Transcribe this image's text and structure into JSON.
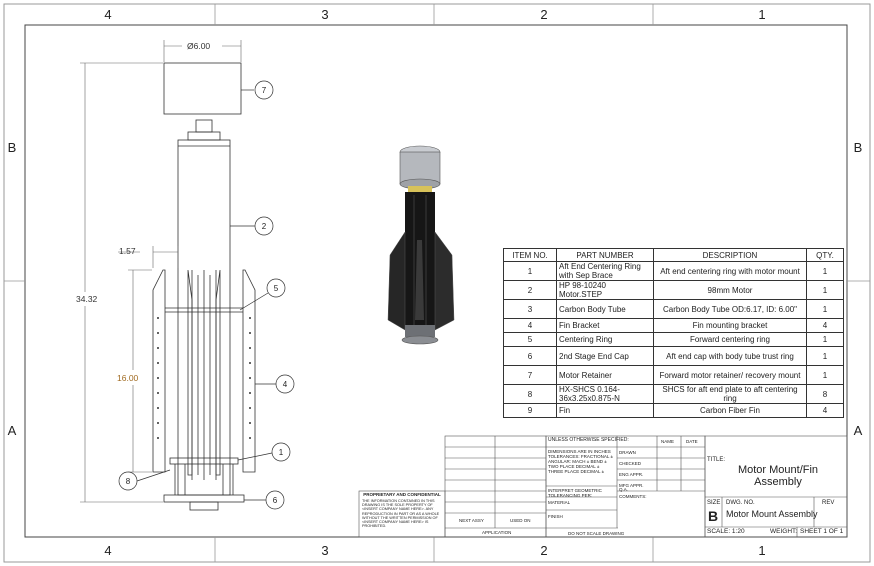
{
  "border": {
    "cols_top": [
      "4",
      "3",
      "2",
      "1"
    ],
    "cols_bottom": [
      "4",
      "3",
      "2",
      "1"
    ],
    "rows_left": [
      "B",
      "A"
    ],
    "rows_right": [
      "B",
      "A"
    ]
  },
  "dimensions": {
    "diameter": "Ø6.00",
    "overall_length": "34.32",
    "offset": "1.57",
    "fin_length": "16.00"
  },
  "balloons": [
    "7",
    "2",
    "5",
    "4",
    "1",
    "8",
    "6"
  ],
  "bom": {
    "headers": [
      "ITEM NO.",
      "PART NUMBER",
      "DESCRIPTION",
      "QTY."
    ],
    "rows": [
      {
        "item": "1",
        "part": "Aft End Centering Ring with Sep Brace",
        "desc": "Aft end centering ring with motor mount",
        "qty": "1"
      },
      {
        "item": "2",
        "part": "HP 98-10240 Motor.STEP",
        "desc": "98mm Motor",
        "qty": "1"
      },
      {
        "item": "3",
        "part": "Carbon Body Tube",
        "desc": "Carbon Body Tube OD:6.17, ID: 6.00\"",
        "qty": "1"
      },
      {
        "item": "4",
        "part": "Fin Bracket",
        "desc": "Fin mounting bracket",
        "qty": "4"
      },
      {
        "item": "5",
        "part": "Centering Ring",
        "desc": "Forward centering ring",
        "qty": "1"
      },
      {
        "item": "6",
        "part": "2nd Stage End Cap",
        "desc": "Aft end cap with body tube trust ring",
        "qty": "1"
      },
      {
        "item": "7",
        "part": "Motor Retainer",
        "desc": "Forward motor retainer/ recovery mount",
        "qty": "1"
      },
      {
        "item": "8",
        "part": "HX-SHCS 0.164-36x3.25x0.875-N",
        "desc": "SHCS for aft end plate to aft centering ring",
        "qty": "8"
      },
      {
        "item": "9",
        "part": "Fin",
        "desc": "Carbon Fiber Fin",
        "qty": "4"
      }
    ]
  },
  "title_block": {
    "unless_specified": "UNLESS OTHERWISE SPECIFIED:",
    "dims_note": "DIMENSIONS ARE IN INCHES TOLERANCES: FRACTIONAL ± ANGULAR: MACH ± BEND ± TWO PLACE DECIMAL ± THREE PLACE DECIMAL ±",
    "interpret": "INTERPRET GEOMETRIC TOLERANCING PER:",
    "material": "MATERIAL",
    "finish": "FINISH",
    "next_assy": "NEXT ASSY",
    "used_on": "USED ON",
    "application": "APPLICATION",
    "do_not_scale": "DO NOT SCALE DRAWING",
    "name": "NAME",
    "date": "DATE",
    "drawn": "DRAWN",
    "checked": "CHECKED",
    "eng_appr": "ENG APPR.",
    "mfg_appr": "MFG APPR.",
    "qa": "Q.A.",
    "comments": "COMMENTS:",
    "proprietary_title": "PROPRIETARY AND CONFIDENTIAL",
    "proprietary_text": "THE INFORMATION CONTAINED IN THIS DRAWING IS THE SOLE PROPERTY OF <INSERT COMPANY NAME HERE>. ANY REPRODUCTION IN PART OR AS A WHOLE WITHOUT THE WRITTEN PERMISSION OF <INSERT COMPANY NAME HERE> IS PROHIBITED.",
    "title_label": "TITLE:",
    "title": "Motor Mount/Fin Assembly",
    "size_label": "SIZE",
    "size": "B",
    "dwg_no_label": "DWG.  NO.",
    "dwg_no": "Motor Mount Assembly",
    "rev_label": "REV",
    "scale": "SCALE: 1:20",
    "weight": "WEIGHT:",
    "sheet": "SHEET 1 OF 1"
  }
}
